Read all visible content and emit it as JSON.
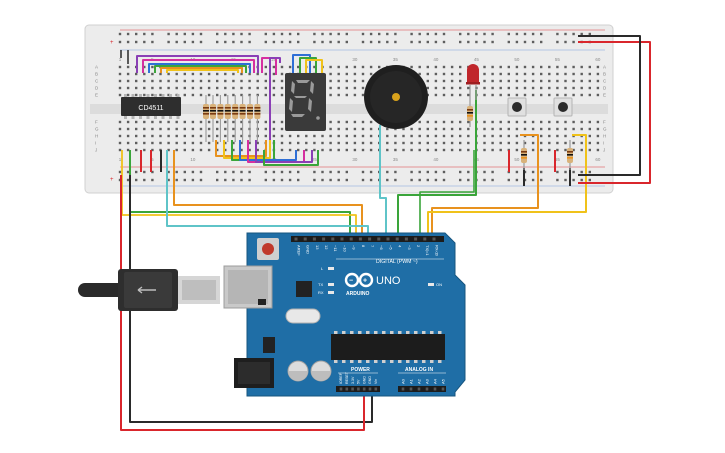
{
  "breadboard": {
    "column_numbers": [
      "1",
      "5",
      "10",
      "15",
      "20",
      "25",
      "30",
      "35",
      "40",
      "45",
      "50",
      "55",
      "60"
    ],
    "row_letters_top": [
      "A",
      "B",
      "C",
      "D",
      "E"
    ],
    "row_letters_bottom": [
      "F",
      "G",
      "H",
      "I",
      "J"
    ]
  },
  "chip": {
    "label": "CD4511"
  },
  "arduino": {
    "brand": "ARDUINO",
    "model": "UNO",
    "digital_label": "DIGITAL (PWM ~)",
    "power_label": "POWER",
    "analog_label": "ANALOG IN",
    "on_label": "ON",
    "led_l": "L",
    "led_tx": "TX",
    "led_rx": "RX",
    "digital_pins": [
      "AREF",
      "GND",
      "13",
      "12",
      "~11",
      "~10",
      "~9",
      "8",
      "7",
      "~6",
      "~5",
      "4",
      "~3",
      "2",
      "TX▷1",
      "RX◁0"
    ],
    "power_pins": [
      "IOREF",
      "RESET",
      "3.3V",
      "5V",
      "GND",
      "GND",
      "Vin"
    ],
    "analog_pins": [
      "A0",
      "A1",
      "A2",
      "A3",
      "A4",
      "A5"
    ]
  },
  "colors": {
    "red_wire": "#d9262c",
    "black_wire": "#2a2a2a",
    "green_wire": "#3aa53a",
    "orange_wire": "#e8921e",
    "teal_wire": "#5fc4c8",
    "yellow_wire": "#f0c21a",
    "purple_wire": "#8a3fb5",
    "magenta_wire": "#d62fa0",
    "blue_wire": "#2f6fd6",
    "board_blue": "#1f6ea6",
    "breadboard": "#ececec"
  }
}
